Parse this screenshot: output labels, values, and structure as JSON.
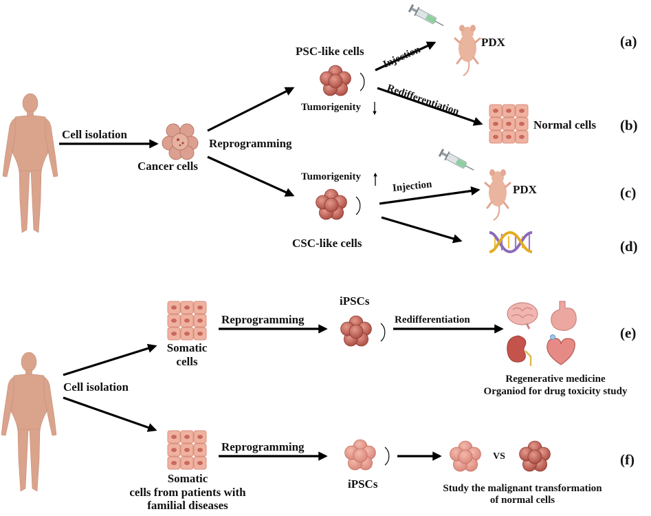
{
  "colors": {
    "skin": "#d9a38c",
    "skin_shade": "#c88b74",
    "cell": "#b95a4e",
    "cell_light": "#d98a7c",
    "cell_pale": "#e9a495",
    "tissue": "#efb8a6",
    "arrow": "#000000",
    "dna_purple": "#9b7fc2",
    "dna_yellow": "#f0c23c"
  },
  "top": {
    "cell_isolation": "Cell isolation",
    "cancer_cells": "Cancer cells",
    "reprogramming": "Reprogramming",
    "psc_like_cells": "PSC-like cells",
    "tumorigenity_down": "Tumorigenity",
    "csc_like_cells": "CSC-like cells",
    "tumorigenity_up": "Tumorigenity",
    "injection_a": "Injection",
    "pdx_a": "PDX",
    "redifferentiation_b": "Redifferentiation",
    "normal_cells": "Normal cells",
    "injection_c": "Injection",
    "pdx_c": "PDX"
  },
  "bottom": {
    "cell_isolation": "Cell isolation",
    "somatic_cells": [
      "Somatic",
      "cells"
    ],
    "reprogramming_e": "Reprogramming",
    "ipscs_e": "iPSCs",
    "redifferentiation_e": "Redifferentiation",
    "regen_medicine": "Regenerative medicine",
    "organoid": "Organiod for drug toxicity study",
    "somatic_patients": [
      "Somatic",
      "cells from patients with",
      "familial diseases"
    ],
    "reprogramming_f": "Reprogramming",
    "ipscs_f": "iPSCs",
    "vs": "VS",
    "study": [
      "Study the malignant transformation",
      "of normal cells"
    ]
  },
  "panel_labels": [
    "(a)",
    "(b)",
    "(c)",
    "(d)",
    "(e)",
    "(f)"
  ],
  "icons": [
    "human-body-icon",
    "cancer-cell-cluster-icon",
    "stem-cell-colony-icon",
    "mouse-icon",
    "syringe-icon",
    "cell-grid-icon",
    "dna-icon",
    "brain-icon",
    "stomach-icon",
    "kidney-icon",
    "heart-icon"
  ]
}
